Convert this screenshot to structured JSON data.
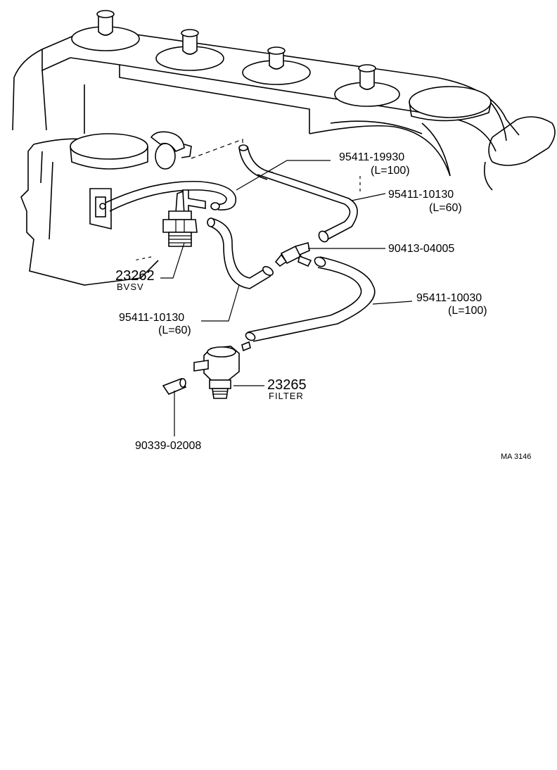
{
  "parts": {
    "hose_19930": {
      "number": "95411-19930",
      "length": "(L=100)"
    },
    "hose_10130_upper": {
      "number": "95411-10130",
      "length": "(L=60)"
    },
    "tee": {
      "number": "90413-04005"
    },
    "hose_10030": {
      "number": "95411-10030",
      "length": "(L=100)"
    },
    "bvsv": {
      "number": "23262",
      "name": "BVSV"
    },
    "hose_10130_lower": {
      "number": "95411-10130",
      "length": "(L=60)"
    },
    "filter": {
      "number": "23265",
      "name": "FILTER"
    },
    "plug": {
      "number": "90339-02008"
    }
  },
  "figure_code": "MA 3146"
}
